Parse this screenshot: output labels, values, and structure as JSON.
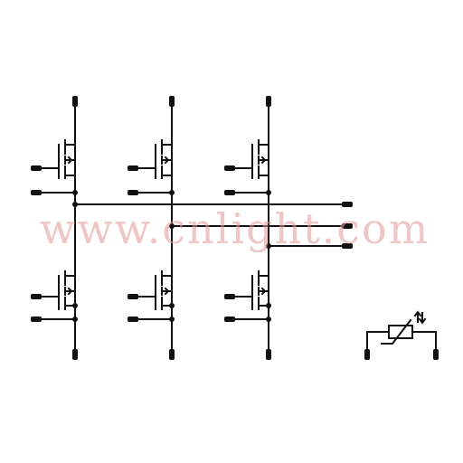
{
  "watermark": {
    "text": "www.cnlight.com",
    "color": "#e19696"
  },
  "colors": {
    "ink": "#111111",
    "background": "#ffffff"
  },
  "symbols": {
    "transistor": "mosfet-symbol",
    "component": "thermistor-symbol"
  }
}
